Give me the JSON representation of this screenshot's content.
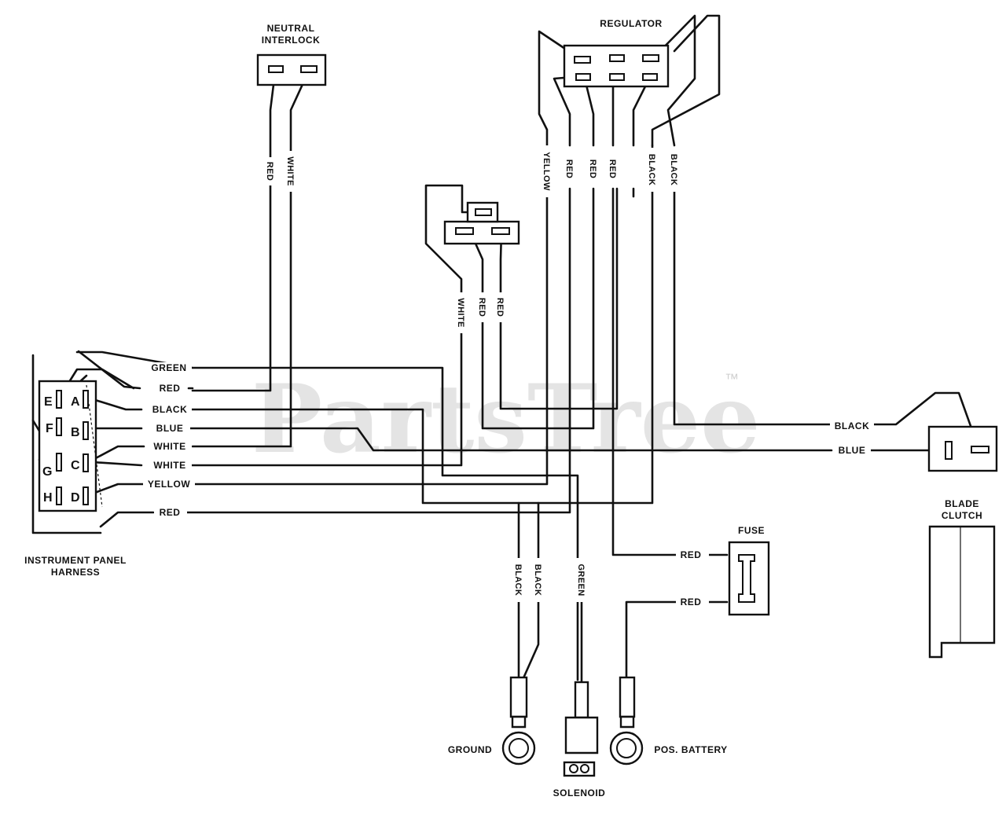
{
  "watermark": {
    "text": "PartsTree",
    "mark": "™"
  },
  "components": {
    "neutral_interlock": [
      "NEUTRAL",
      "INTERLOCK"
    ],
    "regulator": "REGULATOR",
    "instrument_panel_harness": [
      "INSTRUMENT PANEL",
      "HARNESS"
    ],
    "fuse": "FUSE",
    "blade_clutch": [
      "BLADE",
      "CLUTCH"
    ],
    "ground": "GROUND",
    "solenoid": "SOLENOID",
    "pos_battery": "POS. BATTERY"
  },
  "harness_pins": {
    "E": "E",
    "A": "A",
    "F": "F",
    "B": "B",
    "G": "G",
    "C": "C",
    "H": "H",
    "D": "D"
  },
  "harness_wires": [
    "GREEN",
    "RED",
    "BLACK",
    "BLUE",
    "WHITE",
    "WHITE",
    "YELLOW",
    "RED"
  ],
  "interlock_wires": [
    "RED",
    "WHITE"
  ],
  "switch_wires": [
    "WHITE",
    "RED",
    "RED"
  ],
  "regulator_wires": [
    "YELLOW",
    "RED",
    "RED",
    "RED",
    "BLACK",
    "BLACK"
  ],
  "clutch_wires": [
    "BLACK",
    "BLUE"
  ],
  "lower_wires": [
    "BLACK",
    "BLACK",
    "GREEN"
  ],
  "fuse_wires": [
    "RED",
    "RED"
  ]
}
